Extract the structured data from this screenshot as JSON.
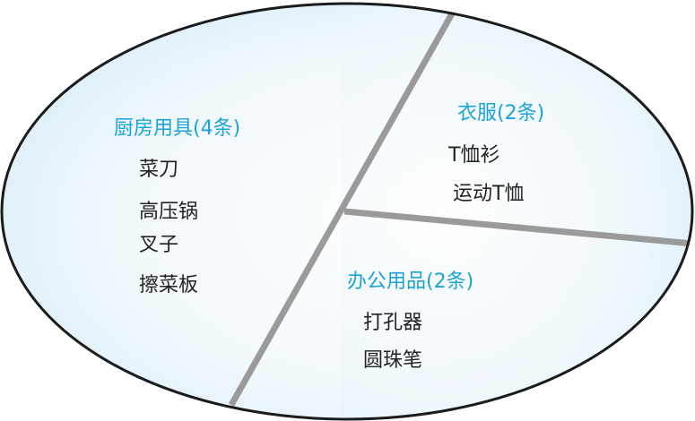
{
  "diagram": {
    "colors": {
      "outline": "#1c1c1c",
      "divider": "#9a9a9a",
      "fill_edge": "#cfe7f6",
      "fill_center": "#ffffff",
      "title": "#1aa3d9",
      "item": "#222222"
    },
    "groups": [
      {
        "title": "厨房用具(4条)",
        "items": [
          "菜刀",
          "高压锅",
          "叉子",
          "擦菜板"
        ]
      },
      {
        "title": "衣服(2条)",
        "items": [
          "T恤衫",
          "运动T恤"
        ]
      },
      {
        "title": "办公用品(2条)",
        "items": [
          "打孔器",
          "圆珠笔"
        ]
      }
    ]
  }
}
